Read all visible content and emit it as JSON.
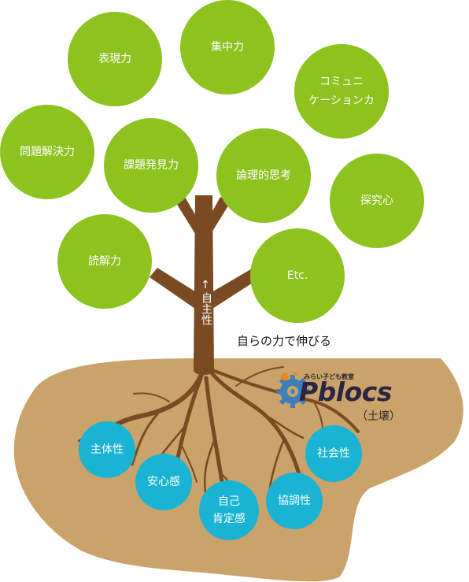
{
  "skills": [
    {
      "id": "hyogen",
      "label": "表現力"
    },
    {
      "id": "shuchu",
      "label": "集中力"
    },
    {
      "id": "communication",
      "label": "コミュニ\nケーションカ"
    },
    {
      "id": "mondai",
      "label": "問題解決力"
    },
    {
      "id": "kadai",
      "label": "課題発見力"
    },
    {
      "id": "ronri",
      "label": "論理的思考"
    },
    {
      "id": "tankyu",
      "label": "探究心"
    },
    {
      "id": "dokkai",
      "label": "読解力"
    },
    {
      "id": "etc",
      "label": "Etc."
    }
  ],
  "roots": [
    {
      "id": "shutaisei",
      "label": "主体性"
    },
    {
      "id": "anshin",
      "label": "安心感"
    },
    {
      "id": "jiko",
      "label": "自己\n肯定感"
    },
    {
      "id": "kyocho",
      "label": "協調性"
    },
    {
      "id": "shakai",
      "label": "社会性"
    }
  ],
  "trunk_label": {
    "arrow": "↑",
    "text": "自主性"
  },
  "caption": "自らの力で伸びる",
  "brand": {
    "tagline": "みらい子ども教室",
    "name": "Pblocs",
    "subtitle": "（土壌）"
  },
  "colors": {
    "leaf": "#8dc21f",
    "root_bubble": "#1ab3d3",
    "soil": "#c9a36a",
    "wood": "#7a4a22",
    "gear_blue": "#3f7fb8",
    "gear_orange": "#e88a1c"
  }
}
